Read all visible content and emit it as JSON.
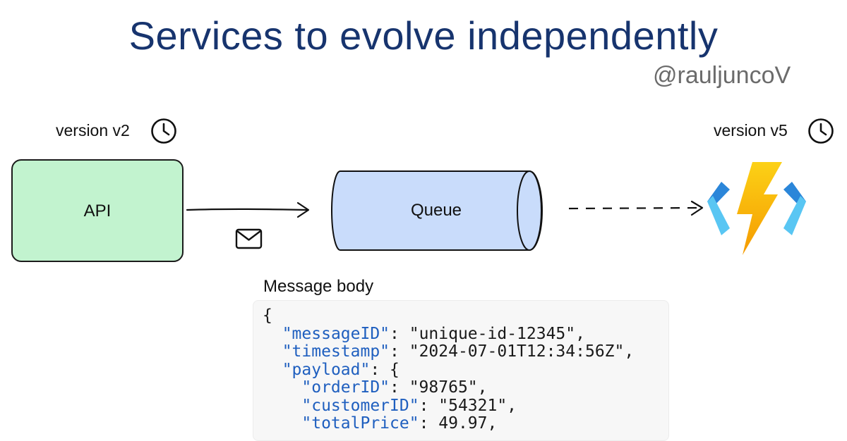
{
  "header": {
    "title": "Services to evolve independently",
    "author": "@rauljuncoV"
  },
  "producer": {
    "version_label": "version v2",
    "box_label": "API",
    "box_color": "#c2f3cf",
    "icon": "clock-icon"
  },
  "queue": {
    "label": "Queue",
    "color": "#c9dcfb"
  },
  "consumer": {
    "version_label": "version v5",
    "icon": "azure-functions-icon",
    "clock_icon": "clock-icon"
  },
  "connectors": {
    "api_to_queue": "solid-arrow",
    "queue_to_consumer": "dashed-arrow",
    "message_icon": "envelope-icon"
  },
  "message": {
    "title": "Message body",
    "lines": [
      {
        "indent": "",
        "key": "",
        "rest": "{"
      },
      {
        "indent": "  ",
        "key": "\"messageID\"",
        "rest": ": \"unique-id-12345\","
      },
      {
        "indent": "  ",
        "key": "\"timestamp\"",
        "rest": ": \"2024-07-01T12:34:56Z\","
      },
      {
        "indent": "  ",
        "key": "\"payload\"",
        "rest": ": {"
      },
      {
        "indent": "    ",
        "key": "\"orderID\"",
        "rest": ": \"98765\","
      },
      {
        "indent": "    ",
        "key": "\"customerID\"",
        "rest": ": \"54321\","
      },
      {
        "indent": "    ",
        "key": "\"totalPrice\"",
        "rest": ": 49.97,"
      }
    ]
  },
  "colors": {
    "title": "#17346e",
    "author": "#6b6b6b",
    "json_key": "#1f5fbf"
  }
}
